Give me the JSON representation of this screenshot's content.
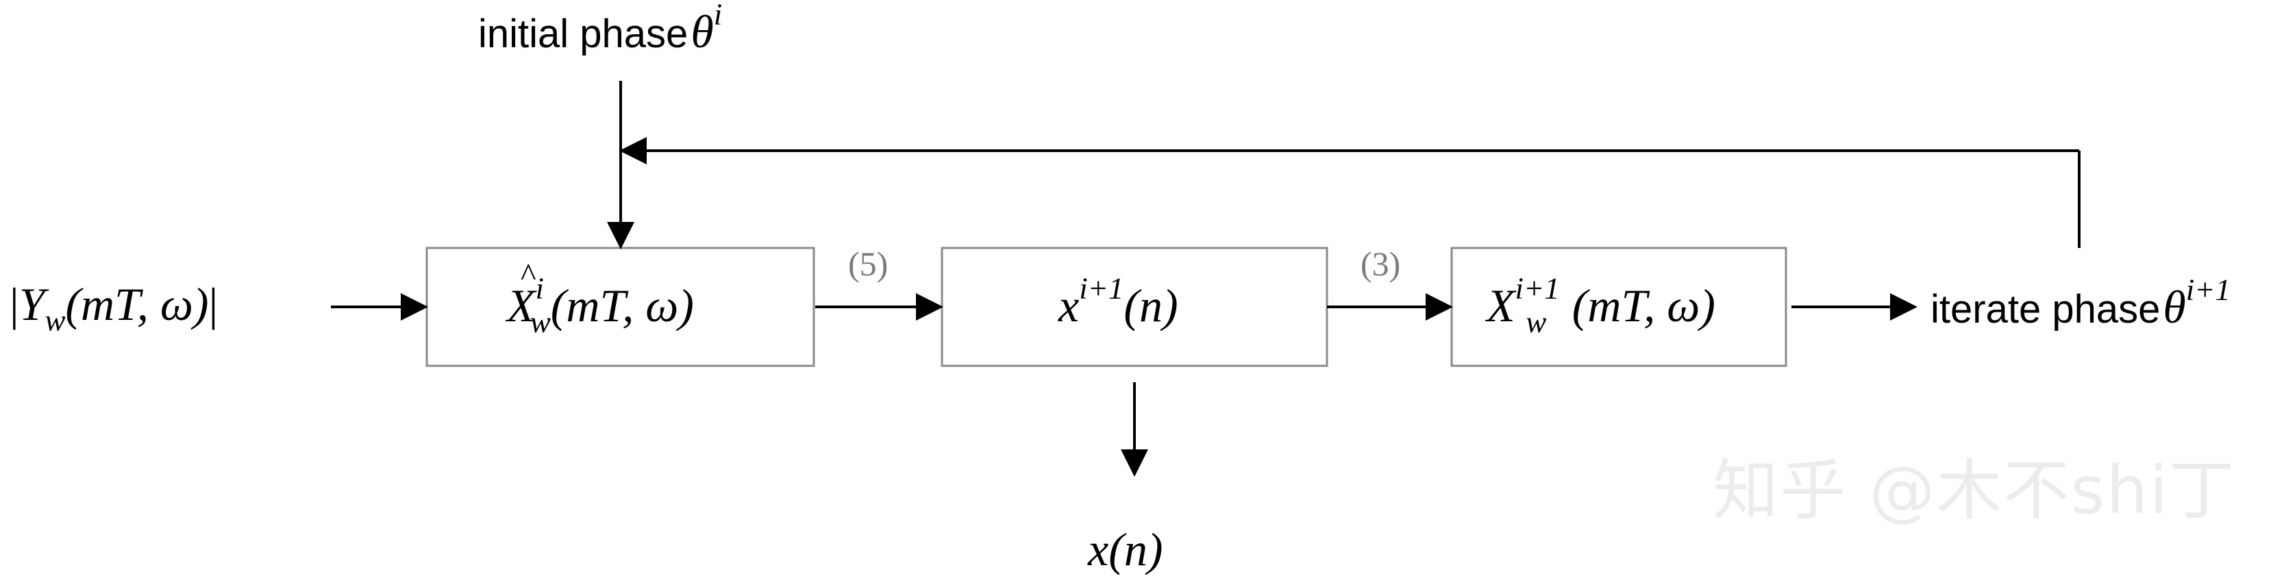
{
  "labels": {
    "initial_phase_text": "initial phase",
    "initial_phase_symbol": "θ",
    "initial_phase_sup": "i",
    "iterate_phase_text": "iterate phase",
    "iterate_phase_symbol": "θ",
    "iterate_phase_sup": "i+1",
    "input_bar_left": "|",
    "input_Y": "Y",
    "input_sub": "w",
    "input_args": "(mT, ω)",
    "input_bar_right": "|",
    "output_x": "x",
    "output_args": "(n)",
    "eq_ref_1": "(5)",
    "eq_ref_2": "(3)"
  },
  "blocks": [
    {
      "var": "X",
      "sub": "w",
      "sup": "i",
      "args": "(mT, ω)",
      "hat": true
    },
    {
      "var": "x",
      "sub": "",
      "sup": "i+1",
      "args": "(n)",
      "hat": false
    },
    {
      "var": "X",
      "sub": "w",
      "sup": "i+1",
      "args": "(mT, ω)",
      "hat": false
    }
  ],
  "watermark": "知乎 @木不shi丁",
  "colors": {
    "line": "#000000",
    "box_border": "#8a8a8a",
    "eq_ref": "#7a7a7a",
    "watermark": "#ececec"
  }
}
